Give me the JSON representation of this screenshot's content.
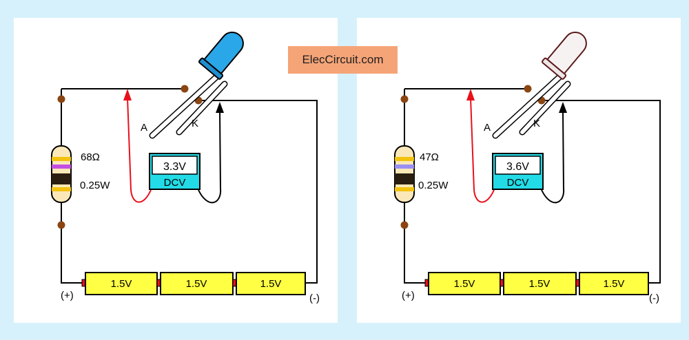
{
  "brand": "ElecCircuit.com",
  "colors": {
    "background": "#d6f1fb",
    "panel": "#ffffff",
    "battery": "#ffff44",
    "meter": "#22dbe6",
    "led_on": "#2aa7e8",
    "led_off": "#f7f2f2",
    "wire_red": "#e8101b",
    "wire_black": "#000000",
    "node": "#8a4512",
    "brand_bg": "#f5a477"
  },
  "circuits": [
    {
      "resistor": {
        "value": "68Ω",
        "power": "0.25W",
        "band_color": "#c44fe0"
      },
      "meter": {
        "reading": "3.3V",
        "mode": "DCV"
      },
      "led": {
        "anode": "A",
        "cathode": "K",
        "state": "lit"
      },
      "batteries": [
        "1.5V",
        "1.5V",
        "1.5V"
      ],
      "polarity": {
        "plus": "(+)",
        "minus": "(-)"
      }
    },
    {
      "resistor": {
        "value": "47Ω",
        "power": "0.25W",
        "band_color": "#9a8ff2"
      },
      "meter": {
        "reading": "3.6V",
        "mode": "DCV"
      },
      "led": {
        "anode": "A",
        "cathode": "K",
        "state": "off"
      },
      "batteries": [
        "1.5V",
        "1.5V",
        "1.5V"
      ],
      "polarity": {
        "plus": "(+)",
        "minus": "(-)"
      }
    }
  ]
}
